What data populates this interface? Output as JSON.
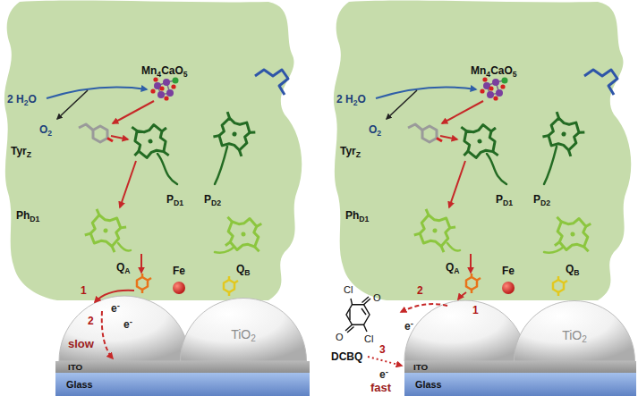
{
  "diagram": {
    "nodes": [
      {
        "text": [
          "TiO2"
        ]
      },
      {
        "text": [
          "ITO"
        ]
      },
      {
        "text": [
          "Glass"
        ]
      },
      {
        "text": [
          "TiO2"
        ]
      },
      {
        "text": [
          "ITO"
        ]
      },
      {
        "text": [
          "Glass"
        ]
      }
    ],
    "labels": [
      "Mn4CaO5",
      "2 H2O",
      "O2",
      "TyrZ",
      "PD1",
      "PD2",
      "PhD1",
      "QA",
      "Fe",
      "QB",
      "1",
      "e-",
      "2",
      "slow",
      "e-",
      "Mn4CaO5",
      "2 H2O",
      "O2",
      "TyrZ",
      "PD1",
      "PD2",
      "PhD1",
      "QA",
      "Fe",
      "QB",
      "Cl",
      "O",
      "O",
      "Cl",
      "DCBQ",
      "1",
      "2",
      "e-",
      "3",
      "e-",
      "fast"
    ]
  }
}
